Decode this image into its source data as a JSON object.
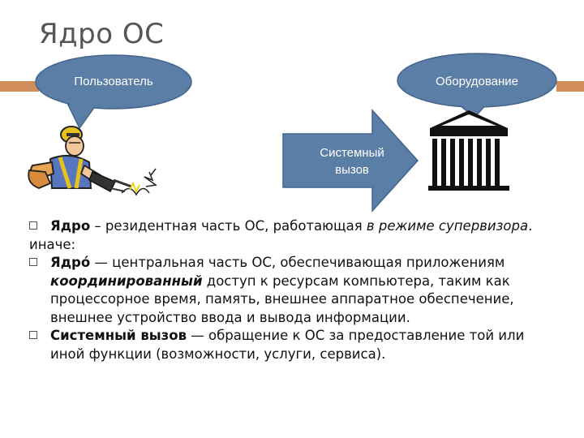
{
  "title": "Ядро ОС",
  "bubbles": {
    "user": "Пользователь",
    "hardware": "Оборудование"
  },
  "arrow": {
    "line1": "Системный",
    "line2": "вызов"
  },
  "colors": {
    "bubble_fill": "#5b7ea6",
    "arrow_fill": "#5b7ea6",
    "accent_rule": "#d28b5a",
    "title_text": "#555555"
  },
  "icons": [
    "worker-with-drill-icon",
    "columned-building-icon",
    "checkbox-bullet-icon"
  ],
  "paragraphs": {
    "p1": {
      "term": "Ядро",
      "text1": " – резидентная часть ОС, работающая ",
      "italic1": "в режиме",
      "text2": " ",
      "italic2": "супервизора",
      "text3": "."
    },
    "p2": {
      "text": "иначе:"
    },
    "p3": {
      "term": "Ядро́",
      "text1": " — центральная часть ОС, обеспечивающая приложениям ",
      "bolditalic": "координированный",
      "text2": " доступ к ресурсам компьютера, таким как процессорное время, память, внешнее аппаратное обеспечение, внешнее устройство ввода и вывода информации."
    },
    "p4": {
      "term": "Системный вызов",
      "text1": " — обращение к ОС за предоставление той или иной функции (возможности, услуги, сервиса)."
    }
  }
}
